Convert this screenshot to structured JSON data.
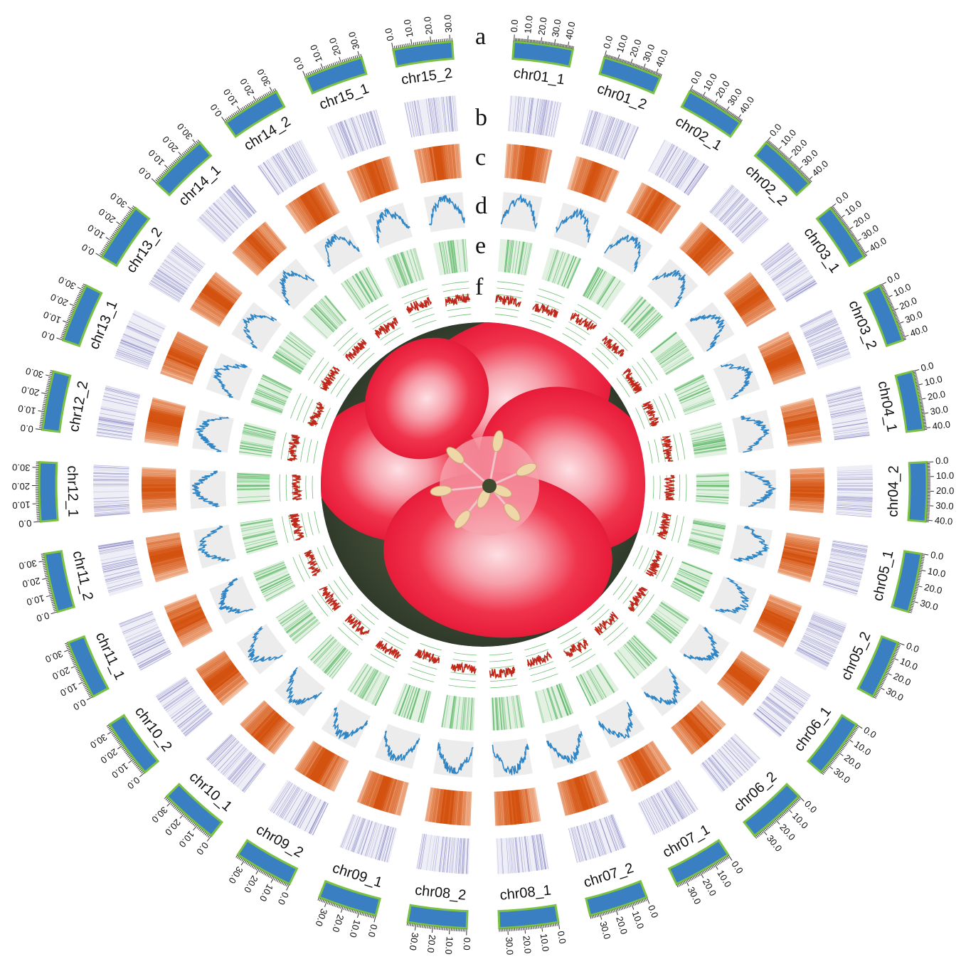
{
  "figure": {
    "track_letters": [
      "a",
      "b",
      "c",
      "d",
      "e",
      "f"
    ],
    "chromosomes": [
      {
        "name": "chr01_1",
        "ticks": [
          "0.0",
          "10.0",
          "20.0",
          "30.0",
          "40.0"
        ],
        "length": 44
      },
      {
        "name": "chr01_2",
        "ticks": [
          "0.0",
          "10.0",
          "20.0",
          "30.0",
          "40.0"
        ],
        "length": 44
      },
      {
        "name": "chr02_1",
        "ticks": [
          "0.0",
          "10.0",
          "20.0",
          "30.0",
          "40.0"
        ],
        "length": 43
      },
      {
        "name": "chr02_2",
        "ticks": [
          "0.0",
          "10.0",
          "20.0",
          "30.0",
          "40.0"
        ],
        "length": 42
      },
      {
        "name": "chr03_1",
        "ticks": [
          "0.0",
          "10.0",
          "20.0",
          "30.0",
          "40.0"
        ],
        "length": 42
      },
      {
        "name": "chr03_2",
        "ticks": [
          "0.0",
          "10.0",
          "20.0",
          "30.0",
          "40.0"
        ],
        "length": 42
      },
      {
        "name": "chr04_1",
        "ticks": [
          "0.0",
          "10.0",
          "20.0",
          "30.0",
          "40.0"
        ],
        "length": 41
      },
      {
        "name": "chr04_2",
        "ticks": [
          "0.0",
          "10.0",
          "20.0",
          "30.0",
          "40.0"
        ],
        "length": 41
      },
      {
        "name": "chr05_1",
        "ticks": [
          "0.0",
          "10.0",
          "20.0",
          "30.0"
        ],
        "length": 37
      },
      {
        "name": "chr05_2",
        "ticks": [
          "0.0",
          "10.0",
          "20.0",
          "30.0"
        ],
        "length": 37
      },
      {
        "name": "chr06_1",
        "ticks": [
          "0.0",
          "10.0",
          "20.0",
          "30.0"
        ],
        "length": 36
      },
      {
        "name": "chr06_2",
        "ticks": [
          "0.0",
          "10.0",
          "20.0",
          "30.0"
        ],
        "length": 36
      },
      {
        "name": "chr07_1",
        "ticks": [
          "0.0",
          "10.0",
          "20.0",
          "30.0"
        ],
        "length": 36
      },
      {
        "name": "chr07_2",
        "ticks": [
          "0.0",
          "10.0",
          "20.0",
          "30.0"
        ],
        "length": 36
      },
      {
        "name": "chr08_1",
        "ticks": [
          "0.0",
          "10.0",
          "20.0",
          "30.0"
        ],
        "length": 35
      },
      {
        "name": "chr08_2",
        "ticks": [
          "0.0",
          "10.0",
          "20.0",
          "30.0"
        ],
        "length": 35
      },
      {
        "name": "chr09_1",
        "ticks": [
          "0.0",
          "10.0",
          "20.0",
          "30.0"
        ],
        "length": 35
      },
      {
        "name": "chr09_2",
        "ticks": [
          "0.0",
          "10.0",
          "20.0",
          "30.0"
        ],
        "length": 35
      },
      {
        "name": "chr10_1",
        "ticks": [
          "0.0",
          "10.0",
          "20.0",
          "30.0"
        ],
        "length": 34
      },
      {
        "name": "chr10_2",
        "ticks": [
          "0.0",
          "10.0",
          "20.0",
          "30.0"
        ],
        "length": 34
      },
      {
        "name": "chr11_1",
        "ticks": [
          "0.0",
          "10.0",
          "20.0",
          "30.0"
        ],
        "length": 34
      },
      {
        "name": "chr11_2",
        "ticks": [
          "0.0",
          "10.0",
          "20.0",
          "30.0"
        ],
        "length": 34
      },
      {
        "name": "chr12_1",
        "ticks": [
          "0.0",
          "10.0",
          "20.0",
          "30.0"
        ],
        "length": 33
      },
      {
        "name": "chr12_2",
        "ticks": [
          "0.0",
          "10.0",
          "20.0",
          "30.0"
        ],
        "length": 33
      },
      {
        "name": "chr13_1",
        "ticks": [
          "0.0",
          "10.0",
          "20.0",
          "30.0"
        ],
        "length": 33
      },
      {
        "name": "chr13_2",
        "ticks": [
          "0.0",
          "10.0",
          "20.0",
          "30.0"
        ],
        "length": 32
      },
      {
        "name": "chr14_1",
        "ticks": [
          "0.0",
          "10.0",
          "20.0",
          "30.0"
        ],
        "length": 32
      },
      {
        "name": "chr14_2",
        "ticks": [
          "0.0",
          "10.0",
          "20.0",
          "30.0"
        ],
        "length": 32
      },
      {
        "name": "chr15_1",
        "ticks": [
          "0.0",
          "10.0",
          "20.0",
          "30.0"
        ],
        "length": 31
      },
      {
        "name": "chr15_2",
        "ticks": [
          "0.0",
          "10.0",
          "20.0",
          "30.0"
        ],
        "length": 31
      }
    ],
    "colors": {
      "ideogram_fill": "#3a7fc1",
      "ideogram_stroke": "#7cc242",
      "track_b": "#8a86c4",
      "track_c": "#d4520f",
      "track_d_line": "#2f86c6",
      "track_d_bg": "#ececec",
      "track_e": "#5cb866",
      "track_f_line": "#c0281c",
      "track_f_grid": "#6fbf73",
      "flower_petal": "#f0344c",
      "flower_center": "#f7a6b0",
      "anther": "#f0d7a8",
      "background_leaves": "#4c5a3a"
    },
    "center_image": "red dianthus flower photo"
  }
}
